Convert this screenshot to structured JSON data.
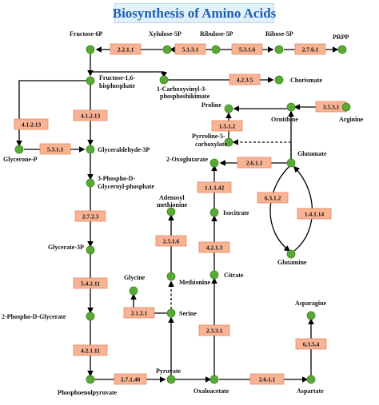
{
  "title": "Biosynthesis of Amino Acids",
  "metabolites": {
    "fructose_6p": "Fructose-6P",
    "xylulose_5p": "Xylulose-5P",
    "ribulose_5p": "Ribulose-5P",
    "ribose_5p": "Ribose-5P",
    "prpp": "PRPP",
    "fructose_bp_1": "Fructose-1,6-",
    "fructose_bp_2": "bisphosphate",
    "carboxyvinyl_1": "1-Carboxyvinyl-3-",
    "carboxyvinyl_2": "phosphoshikimate",
    "chorismate": "Chorismate",
    "glycerone_p": "Glycerone-P",
    "glyceraldehyde_3p": "Glyceraldehyde-3P",
    "phosphoglyceroyl_1": "3-Phospho-D-",
    "phosphoglyceroyl_2": "Glyceroyl-phosphate",
    "glycerate_3p": "Glycerate-3P",
    "phospho_glycerate": "2-Phospho-D-Glycerate",
    "pep": "Phosphoenolpyruvate",
    "pyruvate": "Pyruvate",
    "oxaloacetate": "Oxaloacetate",
    "aspartate": "Aspartate",
    "asparagine": "Asparagine",
    "serine": "Serine",
    "glycine": "Glycine",
    "methionine": "Methionine",
    "adenosyl_1": "Adenosyl",
    "adenosyl_2": "methionine",
    "citrate": "Citrate",
    "isocitrate": "Isocitrate",
    "oxoglutarate": "2-Oxoglutarate",
    "glutamate": "Glutamate",
    "glutamine": "Glutamine",
    "pyrroline_1": "Pyrroline-5-",
    "pyrroline_2": "carboxylate",
    "proline": "Proline",
    "ornithine": "Ornithine",
    "arginine": "Arginine"
  },
  "enzymes": {
    "e2211": "2.2.1.1",
    "e5131": "5.1.3.1",
    "e5316": "5.3.1.6",
    "e2761": "2.7.6.1",
    "e4235": "4.2.3.5",
    "e41213_top": "4.1.2.13",
    "e41213_left": "4.1.2.13",
    "e5311": "5.3.1.1",
    "e2723": "2.7.2.3",
    "e54211": "5.4.2.11",
    "e42111": "4.2.1.11",
    "e27140": "2.7.1.40",
    "e2612_bottom": "2.6.1.1",
    "e6354": "6.3.5.4",
    "e2331": "2.3.3.1",
    "e2121": "2.1.2.1",
    "e2516": "2.5.1.6",
    "e4213": "4.2.1.3",
    "e11142": "1.1.1.42",
    "e2612_top": "2.6.1.1",
    "e6312": "6.3.1.2",
    "e14114": "1.4.1.14",
    "e1512": "1.5.1.2",
    "e3531": "3.5.3.1"
  }
}
